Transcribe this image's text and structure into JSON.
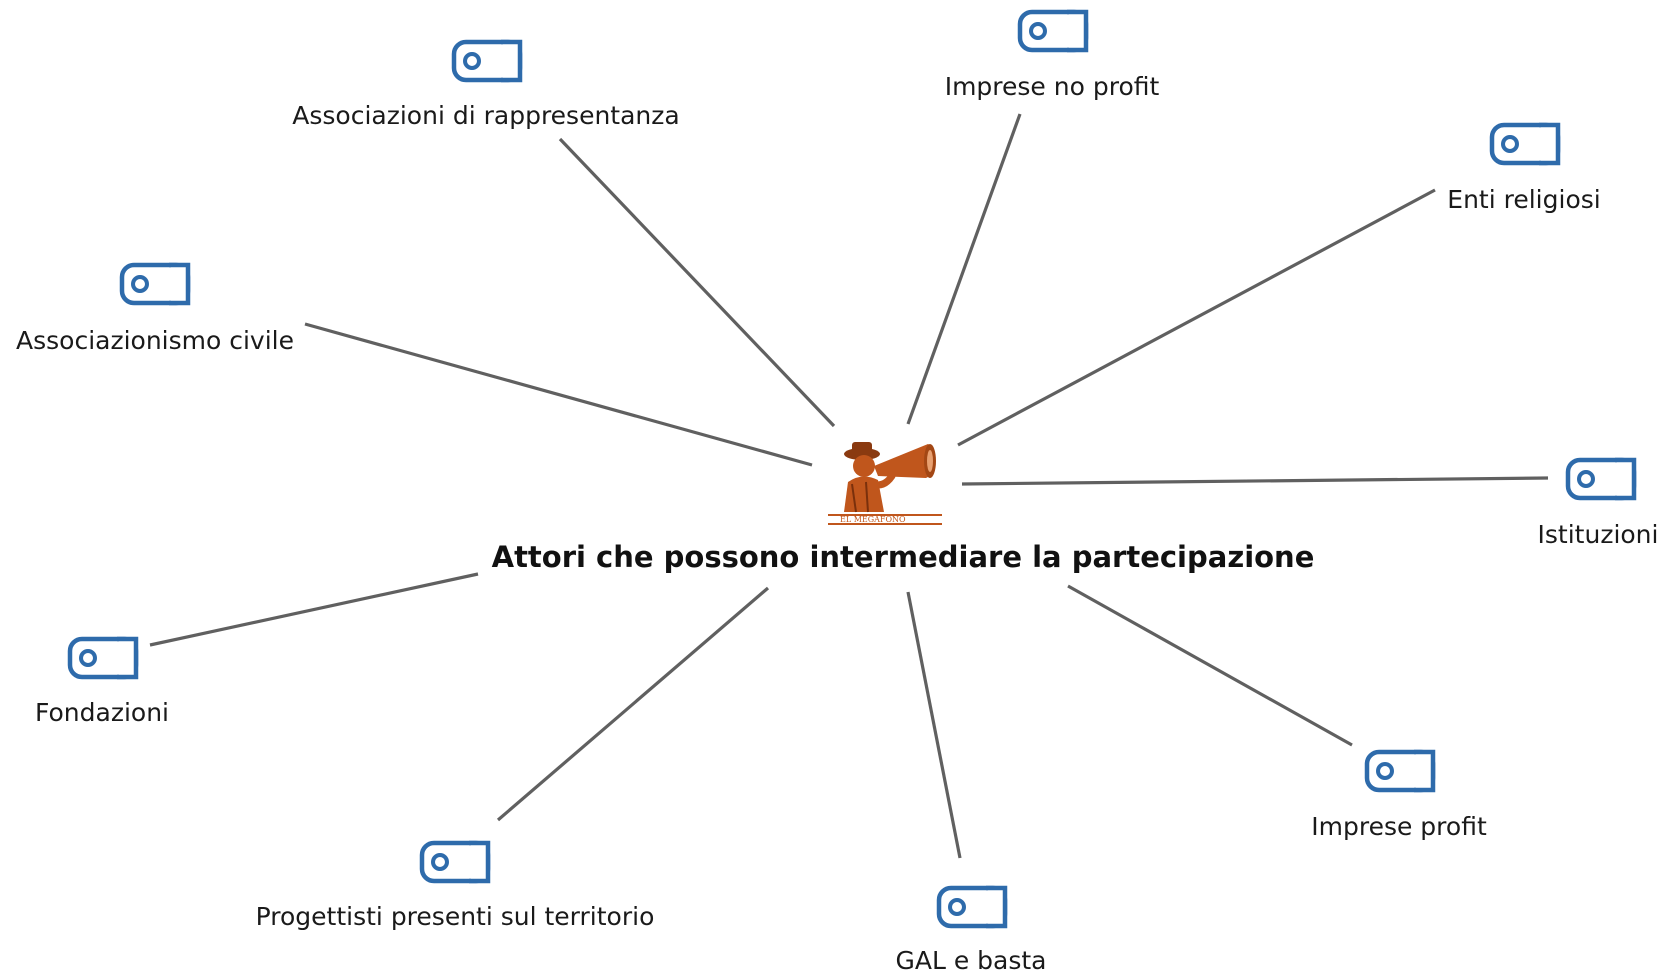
{
  "center": {
    "title": "Attori che possono intermediare la partecipazione",
    "logo_text": "EL MEGAFONO"
  },
  "nodes": [
    {
      "id": "associazioni-rappresentanza",
      "label": "Associazioni di rappresentanza"
    },
    {
      "id": "imprese-no-profit",
      "label": "Imprese no profit"
    },
    {
      "id": "enti-religiosi",
      "label": "Enti religiosi"
    },
    {
      "id": "associazionismo-civile",
      "label": "Associazionismo civile"
    },
    {
      "id": "istituzioni",
      "label": "Istituzioni"
    },
    {
      "id": "fondazioni",
      "label": "Fondazioni"
    },
    {
      "id": "imprese-profit",
      "label": "Imprese profit"
    },
    {
      "id": "progettisti",
      "label": "Progettisti presenti sul territorio"
    },
    {
      "id": "gal",
      "label": "GAL e basta"
    }
  ],
  "colors": {
    "icon": "#2e6bab",
    "line": "#606060",
    "logo": "#c0561c"
  },
  "icon_name": "tag-icon"
}
